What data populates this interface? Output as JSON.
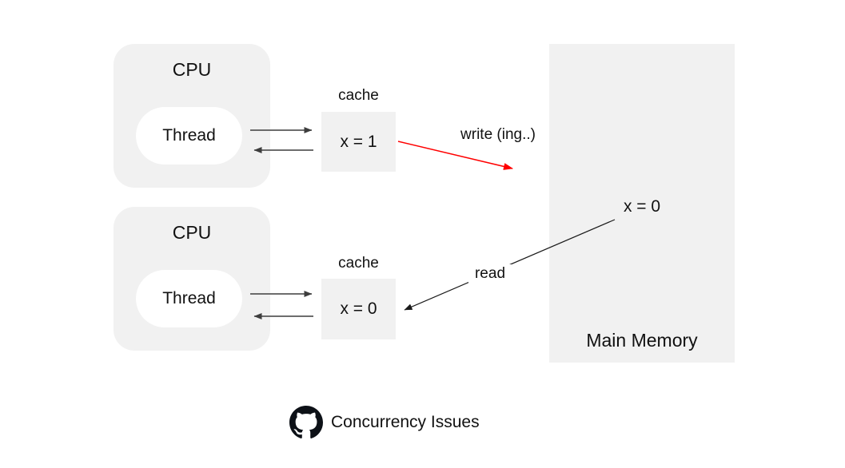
{
  "colors": {
    "box_fill": "#f1f1f1",
    "arrow": "#3d3d3d",
    "write_arrow": "#ff0000",
    "read_arrow": "#1a1a1a",
    "text": "#111111",
    "background": "#ffffff"
  },
  "cpus": [
    {
      "title": "CPU",
      "thread": "Thread"
    },
    {
      "title": "CPU",
      "thread": "Thread"
    }
  ],
  "caches": [
    {
      "label": "cache",
      "value": "x = 1"
    },
    {
      "label": "cache",
      "value": "x = 0"
    }
  ],
  "memory": {
    "value": "x = 0",
    "label": "Main Memory"
  },
  "edges": {
    "write_label": "write (ing..)",
    "read_label": "read"
  },
  "footer": {
    "icon": "github-icon",
    "text": "Concurrency Issues"
  }
}
